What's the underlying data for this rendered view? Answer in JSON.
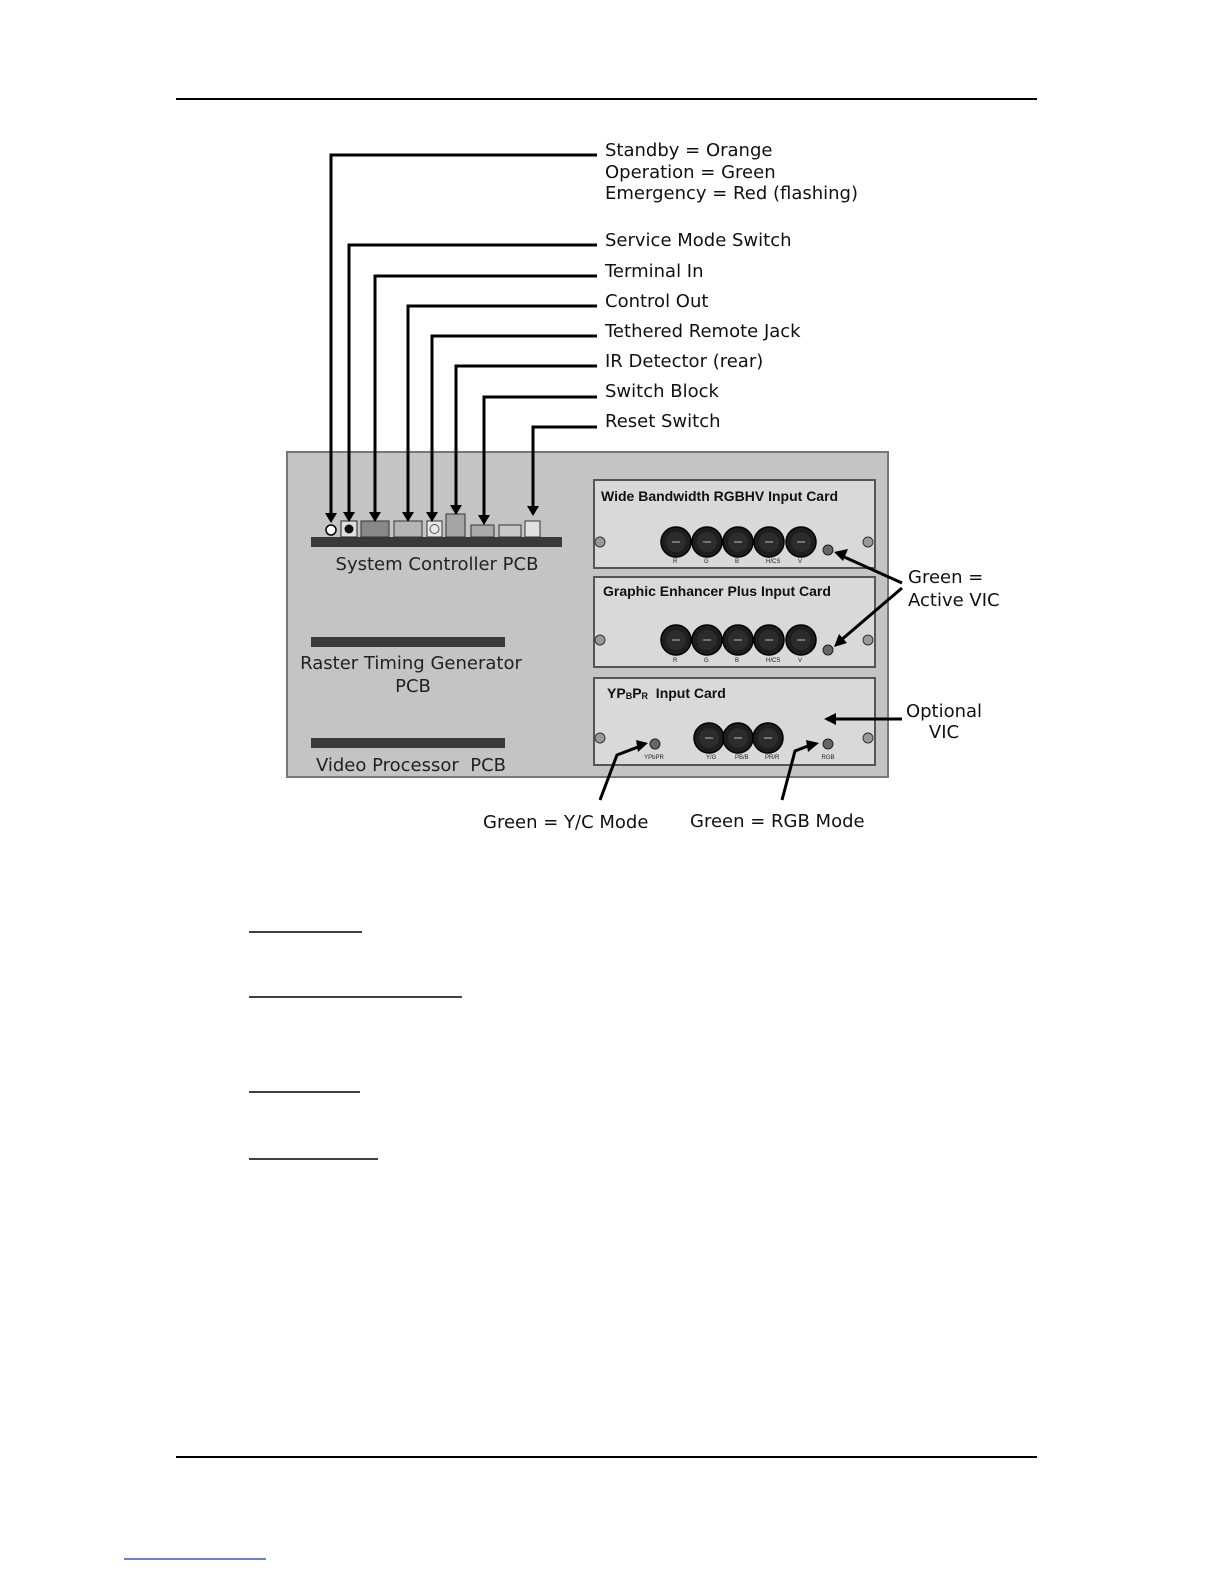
{
  "callouts": {
    "status": [
      "Standby = Orange",
      "Operation = Green",
      "Emergency = Red (flashing)"
    ],
    "service_mode": "Service Mode Switch",
    "terminal_in": "Terminal In",
    "control_out": "Control Out",
    "tethered_remote": "Tethered Remote Jack",
    "ir_detector": "IR Detector (rear)",
    "switch_block": "Switch Block",
    "reset": "Reset Switch",
    "active_vic": [
      "Green =",
      "Active VIC"
    ],
    "optional_vic": [
      "Optional",
      "VIC"
    ],
    "yc_mode": "Green = Y/C Mode",
    "rgb_mode": "Green = RGB Mode"
  },
  "boards": {
    "system_controller": "System Controller PCB",
    "raster_timing": [
      "Raster Timing Generator",
      "PCB"
    ],
    "video_processor": "Video Processor  PCB"
  },
  "cards": {
    "rgbhv": {
      "title": "Wide Bandwidth RGBHV Input Card",
      "connectors": [
        "R",
        "G",
        "B",
        "H/CS",
        "V"
      ]
    },
    "enhancer": {
      "title": "Graphic Enhancer Plus Input Card",
      "connectors": [
        "R",
        "G",
        "B",
        "H/CS",
        "V"
      ]
    },
    "ypbpr": {
      "title_main": "YP",
      "title_b": "B",
      "title_p": "P",
      "title_r": "R",
      "title_rest": "  Input Card",
      "connectors": [
        "Y/G",
        "PB/B",
        "PR/R"
      ],
      "led_left": "YPbPR",
      "led_right": "RGB"
    }
  },
  "colors": {
    "chassis": "#c4c4c4",
    "card": "#d9d9d9",
    "pcb": "#3a3a3a",
    "rule": "#000000",
    "link": "#3355cc"
  }
}
